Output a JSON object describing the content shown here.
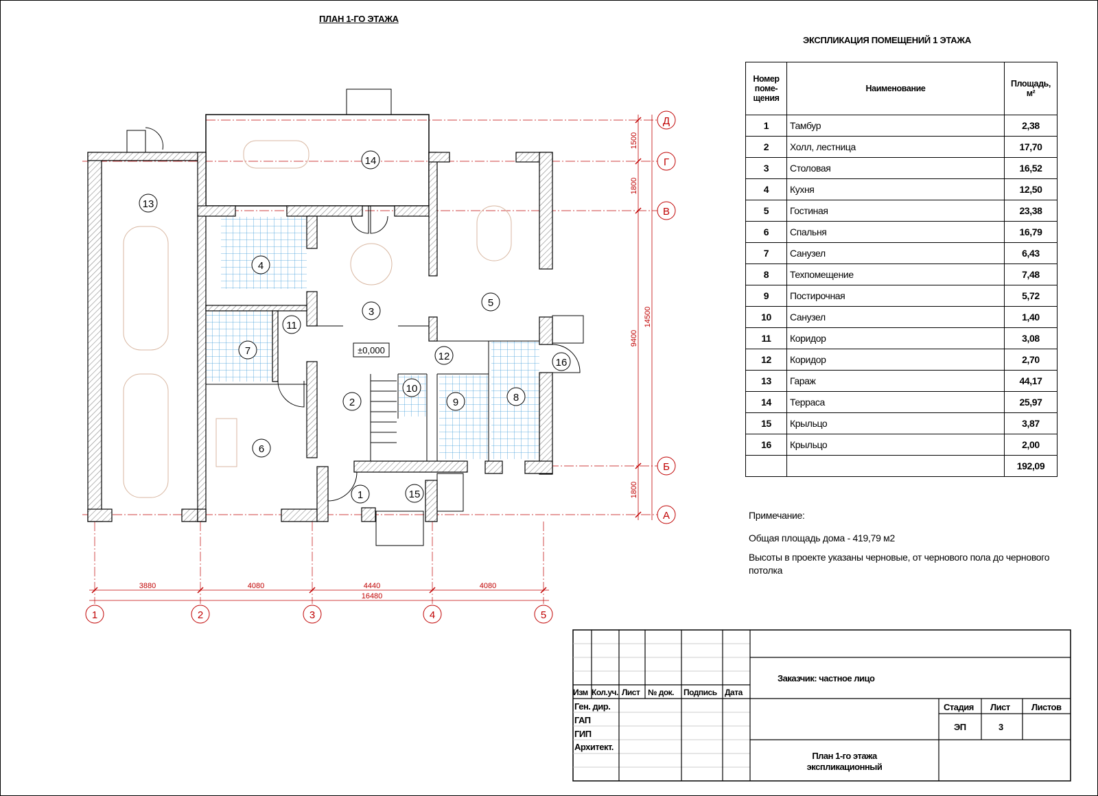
{
  "plan_title": "ПЛАН  1-ГО ЭТАЖА",
  "elevation_mark": "±0,000",
  "rooms": [
    "1",
    "2",
    "3",
    "4",
    "5",
    "6",
    "7",
    "8",
    "9",
    "10",
    "11",
    "12",
    "13",
    "14",
    "15",
    "16"
  ],
  "axes": {
    "vertical": [
      "1",
      "2",
      "3",
      "4",
      "5"
    ],
    "horizontal": [
      "Д",
      "Г",
      "В",
      "Б",
      "А"
    ]
  },
  "dimensions": {
    "horizontal": [
      "3880",
      "4080",
      "4440",
      "4080"
    ],
    "horizontal_total": "16480",
    "vertical": [
      "1500",
      "1800",
      "9400",
      "1800"
    ],
    "vertical_total": "14500"
  },
  "table": {
    "title": "ЭКСПЛИКАЦИЯ ПОМЕЩЕНИЙ  1 ЭТАЖА",
    "headers": [
      "Номер поме-щения",
      "Наименование",
      "Площадь, м²"
    ],
    "rows": [
      {
        "n": "1",
        "name": "Тамбур",
        "area": "2,38"
      },
      {
        "n": "2",
        "name": "Холл, лестница",
        "area": "17,70"
      },
      {
        "n": "3",
        "name": "Столовая",
        "area": "16,52"
      },
      {
        "n": "4",
        "name": "Кухня",
        "area": "12,50"
      },
      {
        "n": "5",
        "name": "Гостиная",
        "area": "23,38"
      },
      {
        "n": "6",
        "name": "Спальня",
        "area": "16,79"
      },
      {
        "n": "7",
        "name": "Санузел",
        "area": "6,43"
      },
      {
        "n": "8",
        "name": "Техпомещение",
        "area": "7,48"
      },
      {
        "n": "9",
        "name": "Постирочная",
        "area": "5,72"
      },
      {
        "n": "10",
        "name": "Санузел",
        "area": "1,40"
      },
      {
        "n": "11",
        "name": "Коридор",
        "area": "3,08"
      },
      {
        "n": "12",
        "name": "Коридор",
        "area": "2,70"
      },
      {
        "n": "13",
        "name": "Гараж",
        "area": "44,17"
      },
      {
        "n": "14",
        "name": "Терраса",
        "area": "25,97"
      },
      {
        "n": "15",
        "name": "Крыльцо",
        "area": "3,87"
      },
      {
        "n": "16",
        "name": "Крыльцо",
        "area": "2,00"
      }
    ],
    "total": "192,09"
  },
  "notes": {
    "heading": "Примечание:",
    "total_area": "Общая площадь дома  -   419,79 м2",
    "heights": "Высоты в проекте указаны черновые, от чернового пола до чернового потолка"
  },
  "title_block": {
    "columns": [
      "Изм",
      "Кол.уч.",
      "Лист",
      "№ док.",
      "Подпись",
      "Дата"
    ],
    "roles": [
      "Ген. дир.",
      "ГАП",
      "ГИП",
      "Архитект."
    ],
    "customer": "Заказчик: частное лицо",
    "stage_label": "Стадия",
    "sheet_label": "Лист",
    "sheets_label": "Листов",
    "stage": "ЭП",
    "sheet": "3",
    "drawing_title_1": "План 1-го этажа",
    "drawing_title_2": "экспликационный"
  },
  "colors": {
    "axis": "#c00000",
    "tile": "#3a9ad9",
    "hatch": "#888888"
  }
}
